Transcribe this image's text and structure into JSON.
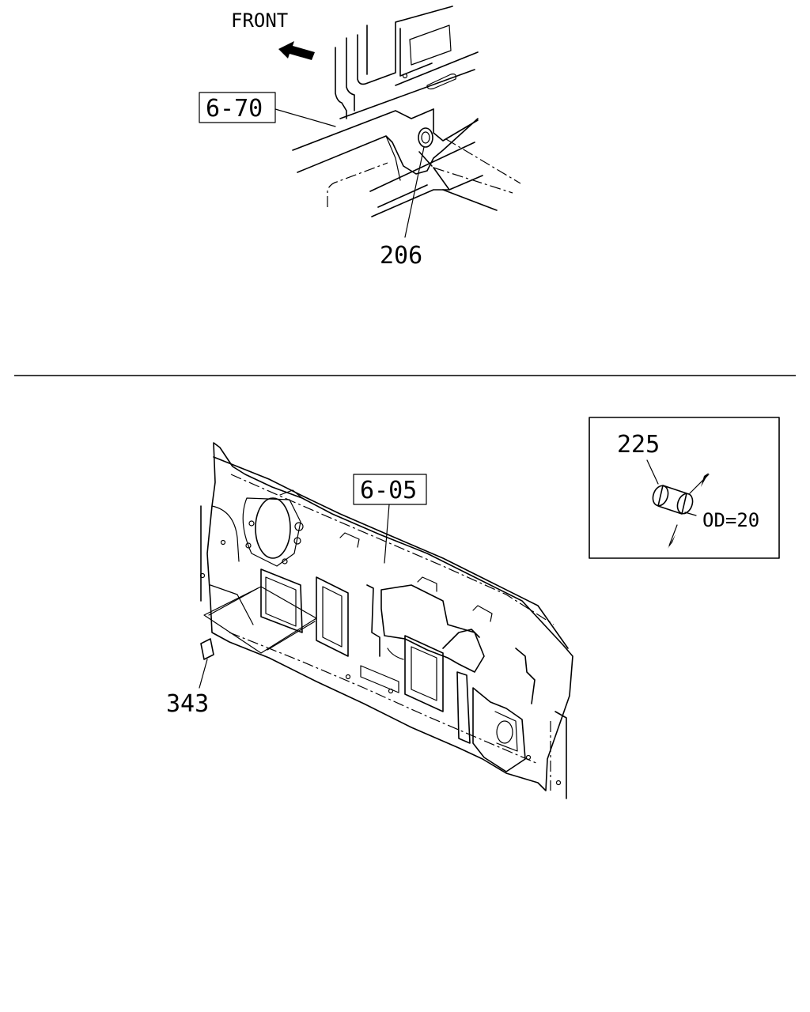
{
  "top_view": {
    "front_label": "FRONT",
    "ref_box_label": "6-70",
    "part_206": "206"
  },
  "bottom_view": {
    "ref_box_label": "6-05",
    "part_343": "343"
  },
  "detail_box": {
    "part_225": "225",
    "dimension": "OD=20"
  }
}
